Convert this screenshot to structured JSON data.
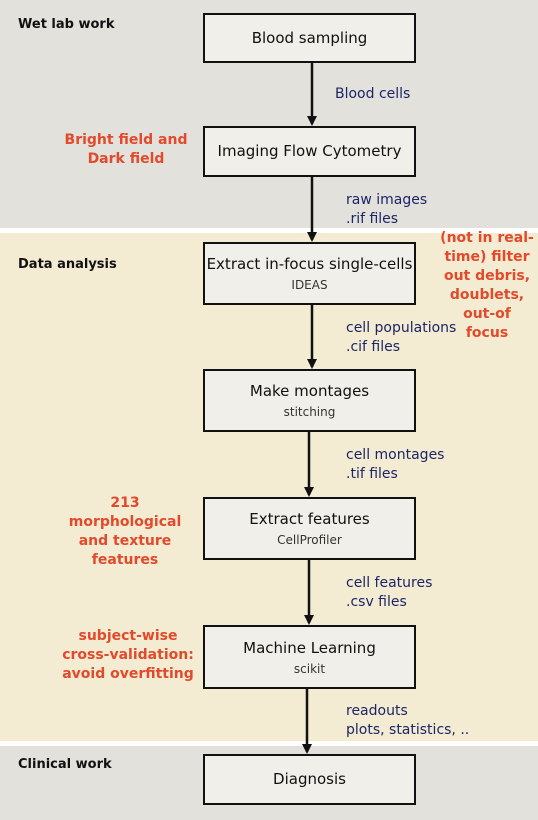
{
  "sections": [
    {
      "title": "Wet lab work"
    },
    {
      "title": "Data analysis"
    },
    {
      "title": "Clinical work"
    }
  ],
  "steps": [
    {
      "title": "Blood sampling",
      "sub": ""
    },
    {
      "title": "Imaging Flow Cytometry",
      "sub": ""
    },
    {
      "title": "Extract in-focus single-cells",
      "sub": "IDEAS"
    },
    {
      "title": "Make montages",
      "sub": "stitching"
    },
    {
      "title": "Extract features",
      "sub": "CellProfiler"
    },
    {
      "title": "Machine Learning",
      "sub": "scikit"
    },
    {
      "title": "Diagnosis",
      "sub": ""
    }
  ],
  "flow_labels": [
    {
      "line1": "Blood cells",
      "line2": ""
    },
    {
      "line1": "raw images",
      "line2": ".rif files"
    },
    {
      "line1": "cell populations",
      "line2": ".cif files"
    },
    {
      "line1": "cell montages",
      "line2": ".tif files"
    },
    {
      "line1": "cell features",
      "line2": ".csv files"
    },
    {
      "line1": "readouts",
      "line2": "plots, statistics, .."
    }
  ],
  "notes": {
    "bright_field": [
      "Bright field and",
      "Dark field"
    ],
    "debris": [
      "(not in real-",
      "time) filter",
      "out debris,",
      "doublets,",
      "out-of",
      "focus"
    ],
    "features": [
      "213",
      "morphological",
      "and texture",
      "features"
    ],
    "cross_validation": [
      "subject-wise",
      "cross-validation:",
      "avoid overfitting"
    ]
  },
  "colors": {
    "note": "#e24a2b",
    "flow_label": "#1c2566",
    "wet_lab_bg": "#e2e1dc",
    "data_bg": "#f3ebd2",
    "clinical_bg": "#e2e1dc",
    "arrow": "#111111"
  }
}
